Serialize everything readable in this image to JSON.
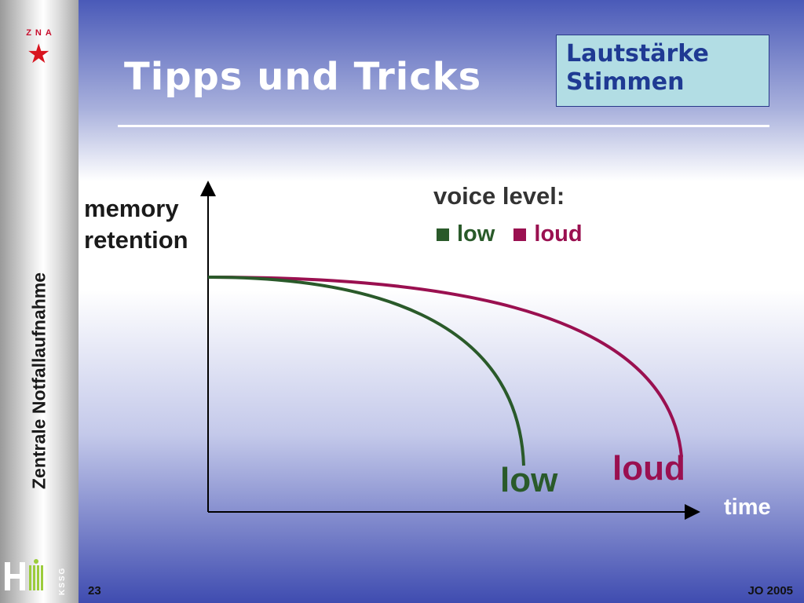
{
  "slide": {
    "title": "Tipps und Tricks",
    "topic_box": {
      "line1": "Lautstärke",
      "line2": "Stimmen"
    },
    "sidebar_label": "Zentrale Notfallaufnahme",
    "logo_top_text": "ZNA",
    "logo_bottom_text": "KSSG",
    "slide_number": "23",
    "footer_credit": "JO 2005"
  },
  "diagram": {
    "y_label_line1": "memory",
    "y_label_line2": "retention",
    "x_label": "time",
    "legend_title": "voice level:",
    "legend": [
      {
        "name": "low",
        "color": "#2a5a2a"
      },
      {
        "name": "loud",
        "color": "#9a1050"
      }
    ],
    "curve_labels": {
      "low": "low",
      "loud": "loud"
    },
    "colors": {
      "axis": "#000000",
      "low": "#2a5a2a",
      "loud": "#9a1050"
    }
  }
}
